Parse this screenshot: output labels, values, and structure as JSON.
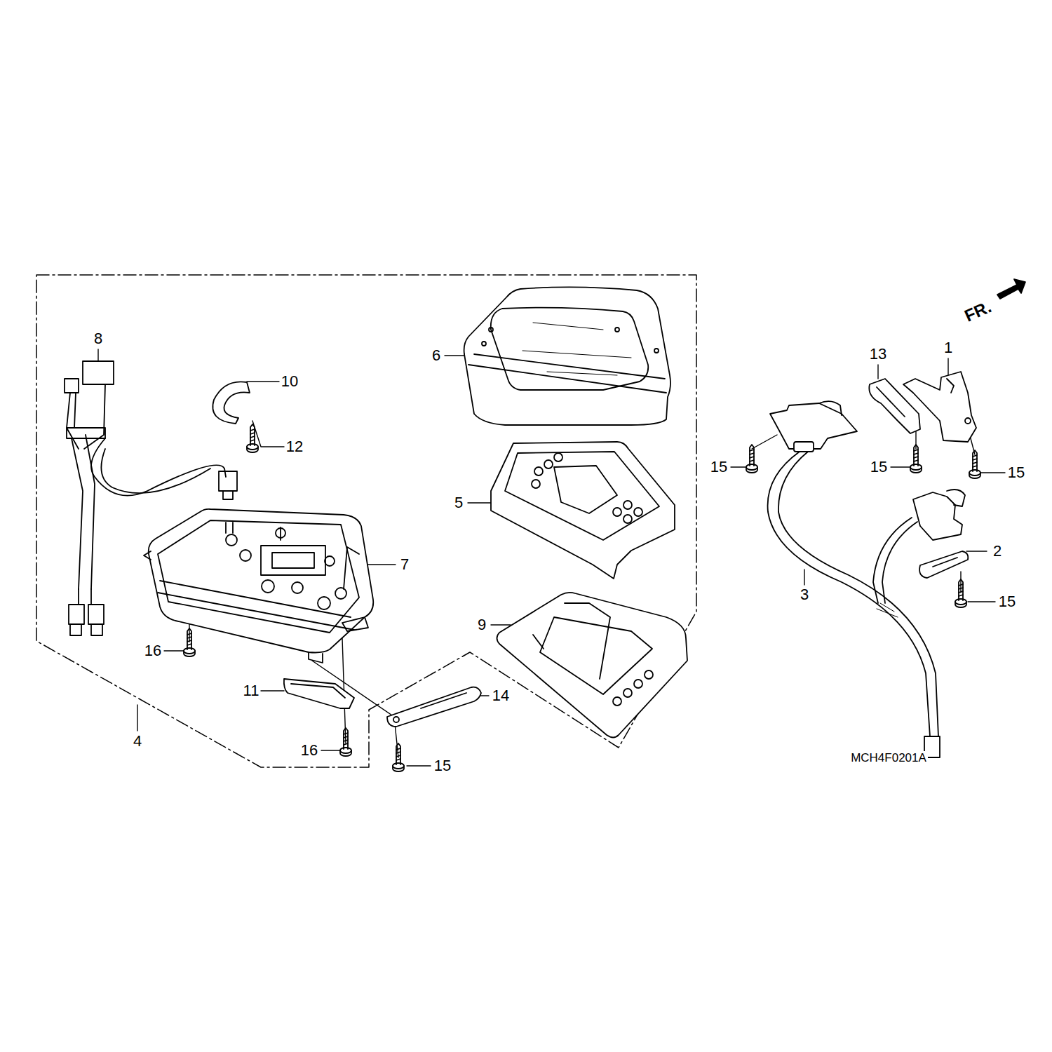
{
  "diagram": {
    "labels": [
      "8",
      "10",
      "12",
      "6",
      "5",
      "7",
      "9",
      "16",
      "11",
      "4",
      "16",
      "14",
      "15",
      "13",
      "1",
      "15",
      "15",
      "15",
      "3",
      "2",
      "15",
      "FR.",
      "MCH4F0201A"
    ]
  }
}
